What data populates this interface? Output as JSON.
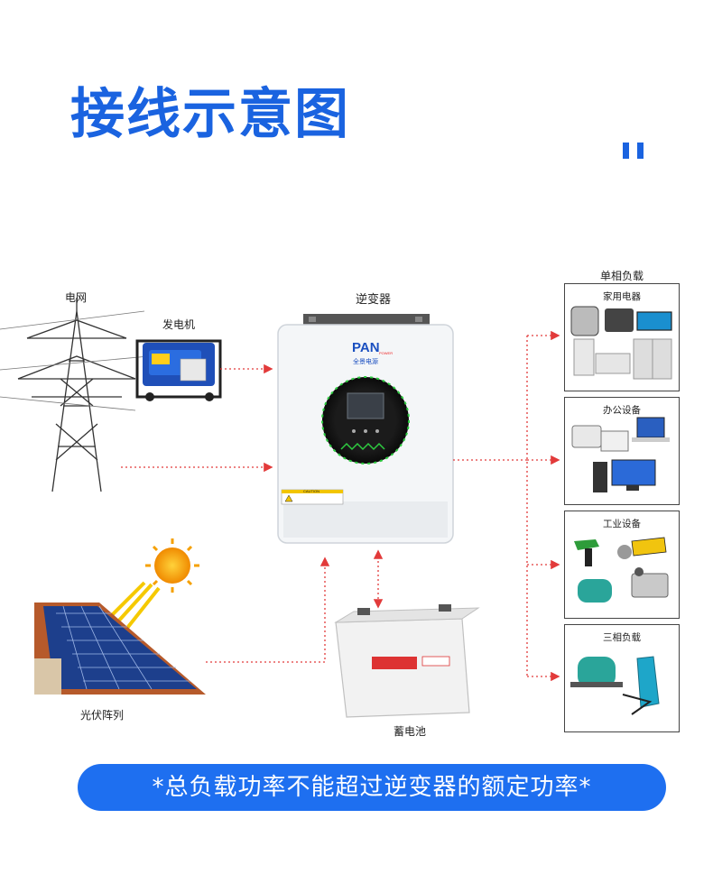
{
  "title": "接线示意图",
  "labels": {
    "grid": "电网",
    "generator": "发电机",
    "inverter": "逆变器",
    "pv": "光伏阵列",
    "battery": "蓄电池",
    "single_phase": "单相负载",
    "three_phase_group": "三相负载"
  },
  "inverter_panel": {
    "brand": "PAN",
    "brand_sub": "POWER",
    "brand_cn": "全景电源",
    "caution": "CAUTION"
  },
  "load_boxes": [
    {
      "label": "家用电器"
    },
    {
      "label": "办公设备"
    },
    {
      "label": "工业设备"
    },
    {
      "label": "三相负载"
    }
  ],
  "note": "*总负载功率不能超过逆变器的额定功率*",
  "colors": {
    "accent": "#1a63e0",
    "wire": "#e23a3a",
    "note_bg": "#1e6ff0"
  }
}
